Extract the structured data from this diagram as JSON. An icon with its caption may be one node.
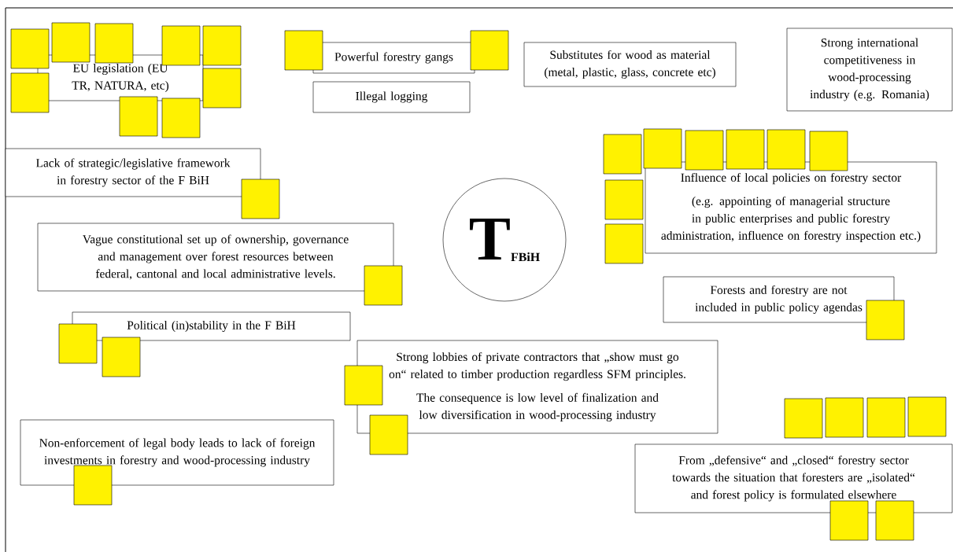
{
  "diagram": {
    "nodes": [
      {
        "text": [
          "EU legislation (EU TR, NATURA, etc)"
        ]
      },
      {
        "text": [
          "Powerful forestry gangs"
        ]
      },
      {
        "text": [
          "Illegal logging"
        ]
      },
      {
        "text": [
          "Substitutes for wood as material (metal, plastic, glass, concrete etc)"
        ]
      },
      {
        "text": [
          "Strong international competitiveness in wood-processing industry (e.g. Romania)"
        ]
      },
      {
        "text": [
          "Lack of strategic/legislative framework in forestry sector of the F BiH"
        ]
      },
      {
        "text": [
          "Influence of local policies on forestry sector",
          "(e.g. appointing of managerial structure in public enterprises and public forestry administration, influence on forestry inspection etc.)"
        ]
      },
      {
        "text": [
          "Vague constitutional set up of ownership, governance and management over forest resources between federal, cantonal and local administrative levels."
        ]
      },
      {
        "text": [
          "Forests and forestry are not included in public policy agendas"
        ]
      },
      {
        "text": [
          "Political (in)stability in the F BiH"
        ]
      },
      {
        "text": [
          "Strong lobbies of private contractors that „show must go on“ related to timber production regardless SFM principles.",
          "The consequence is low level of finalization and low diversification in wood-processing industry"
        ]
      },
      {
        "text": [
          "Non-enforcement of legal body leads to lack of foreign investments in forestry and wood-processing industry"
        ]
      },
      {
        "text": [
          "From „defensive“ and „closed“ forestry sector towards the situation that foresters are „isolated“ and forest policy is formulated elsewhere"
        ]
      },
      {
        "text": [
          "T",
          "FBiH"
        ]
      }
    ]
  }
}
